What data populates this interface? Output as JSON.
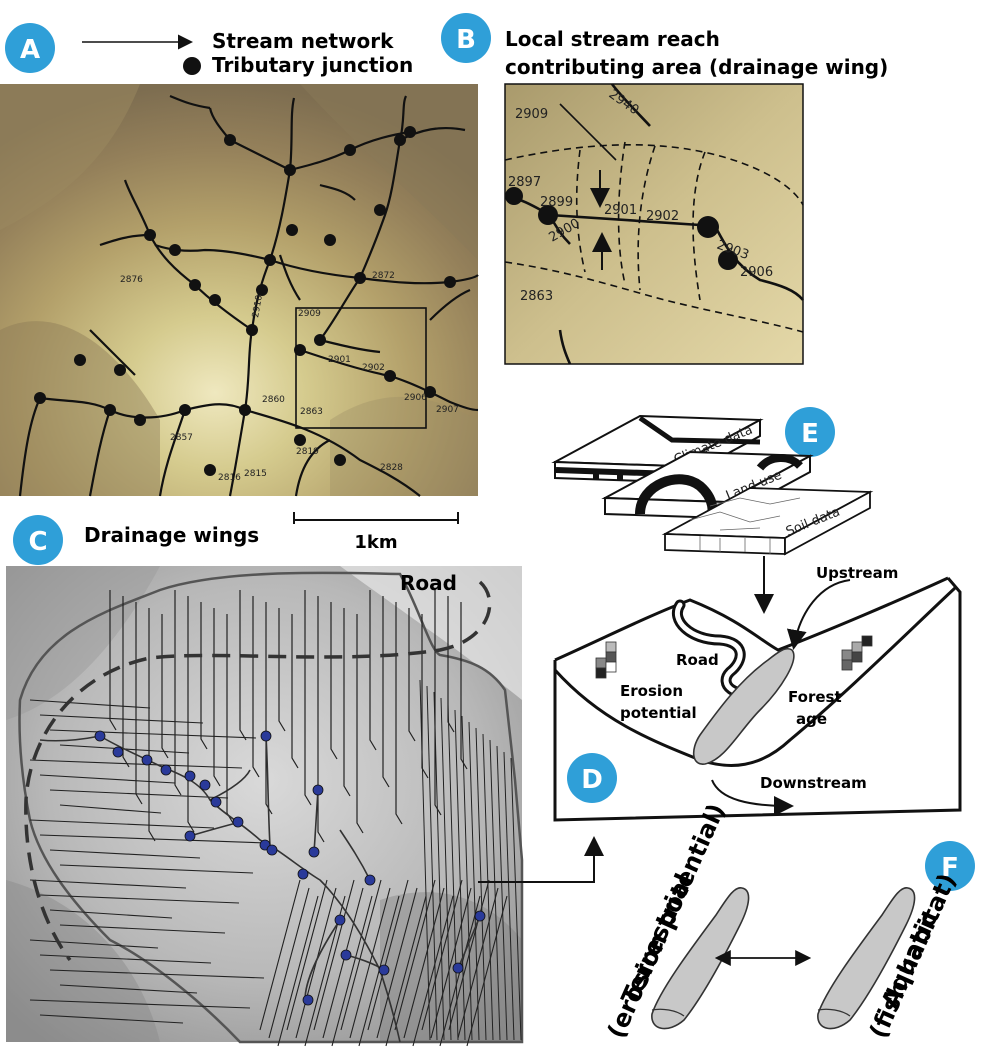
{
  "panels": {
    "a": "A",
    "b": "B",
    "c": "C",
    "d": "D",
    "e": "E",
    "f": "F"
  },
  "legend": {
    "stream_network": "Stream network",
    "tributary_junction": "Tributary junction"
  },
  "panel_b": {
    "title_line1": "Local stream reach",
    "title_line2": "contributing area (drainage wing)",
    "labels": [
      "2909",
      "2901",
      "2902",
      "2899",
      "2903",
      "2906",
      "2863",
      "2940",
      "2897",
      "2900"
    ]
  },
  "panel_a": {
    "labels": [
      "2909",
      "2901",
      "2902",
      "2910",
      "2863",
      "2860",
      "2872",
      "2857",
      "2815",
      "2816",
      "2819",
      "2876",
      "2906",
      "2907",
      "2828"
    ]
  },
  "scale_bar": "1km",
  "panel_c": {
    "title": "Drainage wings",
    "road": "Road"
  },
  "panel_e": {
    "layers": [
      "Climate data",
      "Land use",
      "Soil data"
    ]
  },
  "panel_d": {
    "upstream": "Upstream",
    "downstream": "Downstream",
    "road": "Road",
    "erosion_line1": "Erosion",
    "erosion_line2": "potential",
    "forest_line1": "Forest",
    "forest_line2": "age"
  },
  "panel_f": {
    "terrestrial_line1": "Terrestrial",
    "terrestrial_line2": "(erosion potential)",
    "aquatic_line1": "Aquatic",
    "aquatic_line2": "(fish habitat)"
  },
  "colors": {
    "panel_label": "#2f9fd8",
    "terrain_light": "#e9e1b4",
    "terrain_dark": "#7a6a45",
    "junction_c": "#2a3a9a"
  }
}
